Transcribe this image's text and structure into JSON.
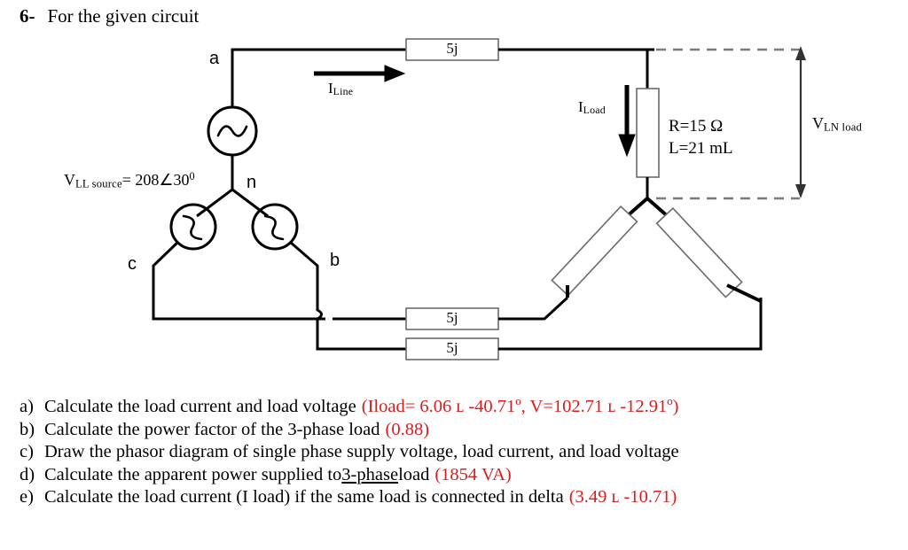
{
  "heading": {
    "number": "6-",
    "text": "For the given circuit"
  },
  "circuit": {
    "source": {
      "label_v": "V",
      "label_sub": "LL source",
      "label_eq": "= 208",
      "label_angle": "∠30",
      "label_deg": "0",
      "node_a": "a",
      "node_b": "b",
      "node_c": "c",
      "node_n": "n"
    },
    "line_impedances": [
      {
        "label": "5j"
      },
      {
        "label": "5j"
      },
      {
        "label": "5j"
      }
    ],
    "currents": {
      "line_symbol": "I",
      "line_sub": "Line",
      "load_symbol": "I",
      "load_sub": "Load"
    },
    "load": {
      "resistance": "R=15 Ω",
      "inductance": "L=21 mL"
    },
    "voltage_measure": {
      "symbol": "V",
      "sub": "LN load"
    },
    "colors": {
      "wire": "#000000",
      "box_outline": "#6b6b6b",
      "dashed": "#7a7a7a"
    }
  },
  "answers": [
    {
      "marker": "a)",
      "text": "Calculate the load current and load voltage",
      "result": "(Iload= 6.06 ʟ -40.71º, V=102.71 ʟ -12.91º)"
    },
    {
      "marker": "b)",
      "text": "Calculate the power factor of the 3-phase load",
      "result": "(0.88)"
    },
    {
      "marker": "c)",
      "text": "Draw the phasor diagram of single phase supply voltage, load current, and load voltage",
      "result": ""
    },
    {
      "marker": "d)",
      "text_pre": "Calculate the apparent power supplied to ",
      "text_underline": "3-phase",
      "text_post": " load",
      "result": "(1854 VA)"
    },
    {
      "marker": "e)",
      "text": "Calculate the load current (I load) if the same load is connected in delta",
      "result": "(3.49 ʟ -10.71)"
    }
  ]
}
